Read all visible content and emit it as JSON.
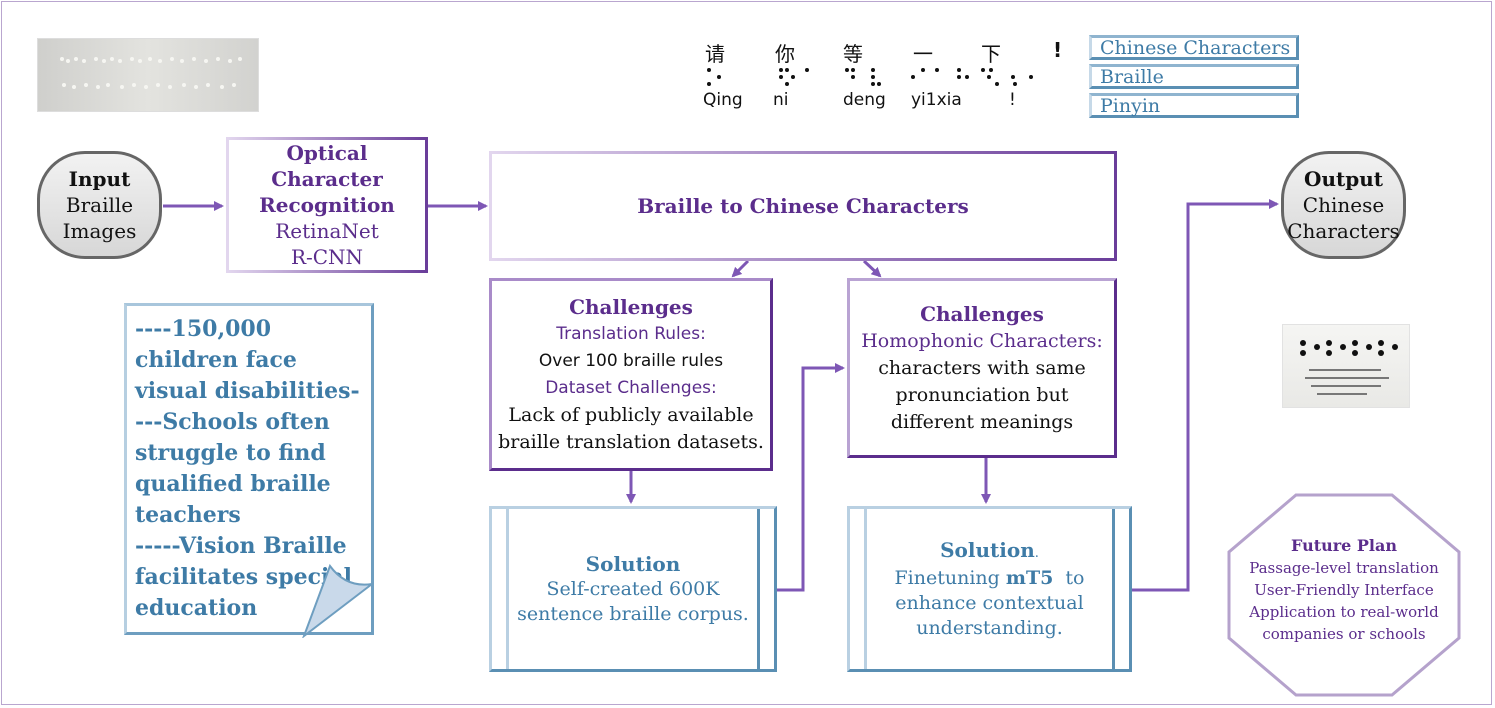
{
  "input": {
    "title": "Input",
    "line1": "Braille",
    "line2": "Images"
  },
  "ocr": {
    "line1": "Optical",
    "line2": "Character",
    "line3": "Recognition",
    "model1": "RetinaNet",
    "model2": "R-CNN"
  },
  "main": {
    "title": "Braille to Chinese Characters"
  },
  "output": {
    "title": "Output",
    "line1": "Chinese",
    "line2": "Characters"
  },
  "challenge1": {
    "title": "Challenges",
    "sub1": "Translation Rules:",
    "text1": "Over 100 braille rules",
    "sub2": "Dataset Challenges:",
    "text2a": "Lack of publicly available",
    "text2b": "braille translation datasets."
  },
  "challenge2": {
    "title": "Challenges",
    "sub1": "Homophonic Characters:",
    "text1": "characters with same",
    "text2": "pronunciation but",
    "text3": "different meanings"
  },
  "solution1": {
    "title": "Solution",
    "line1": "Self-created 600K",
    "line2": "sentence braille corpus."
  },
  "solution2": {
    "title": "Solution",
    "title_suffix": ".",
    "line1_pre": "Finetuning ",
    "line1_bold": "mT5",
    "line1_post": "  to",
    "line2": "enhance contextual",
    "line3": "understanding."
  },
  "note": {
    "lines": [
      "----150,000",
      "children  face",
      "visual disabilities-",
      "---Schools often",
      "struggle to find",
      "qualified braille",
      "teachers",
      "-----Vision Braille",
      "facilitates special",
      "education"
    ]
  },
  "future": {
    "title": "Future Plan",
    "items": [
      "Passage-level translation",
      "User-Friendly Interface",
      "Application to real-world",
      "companies or schools"
    ]
  },
  "example": {
    "characters": [
      "请",
      "你",
      "等",
      "一",
      "下",
      "!"
    ],
    "pinyin": [
      "Qing",
      "ni",
      "deng",
      "yi1xia",
      "!"
    ],
    "legend": [
      "Chinese Characters",
      "Braille",
      "Pinyin"
    ]
  },
  "colors": {
    "purple": "#5b2d8c",
    "blue": "#3e7ba6",
    "arrow": "#7e57b5"
  }
}
